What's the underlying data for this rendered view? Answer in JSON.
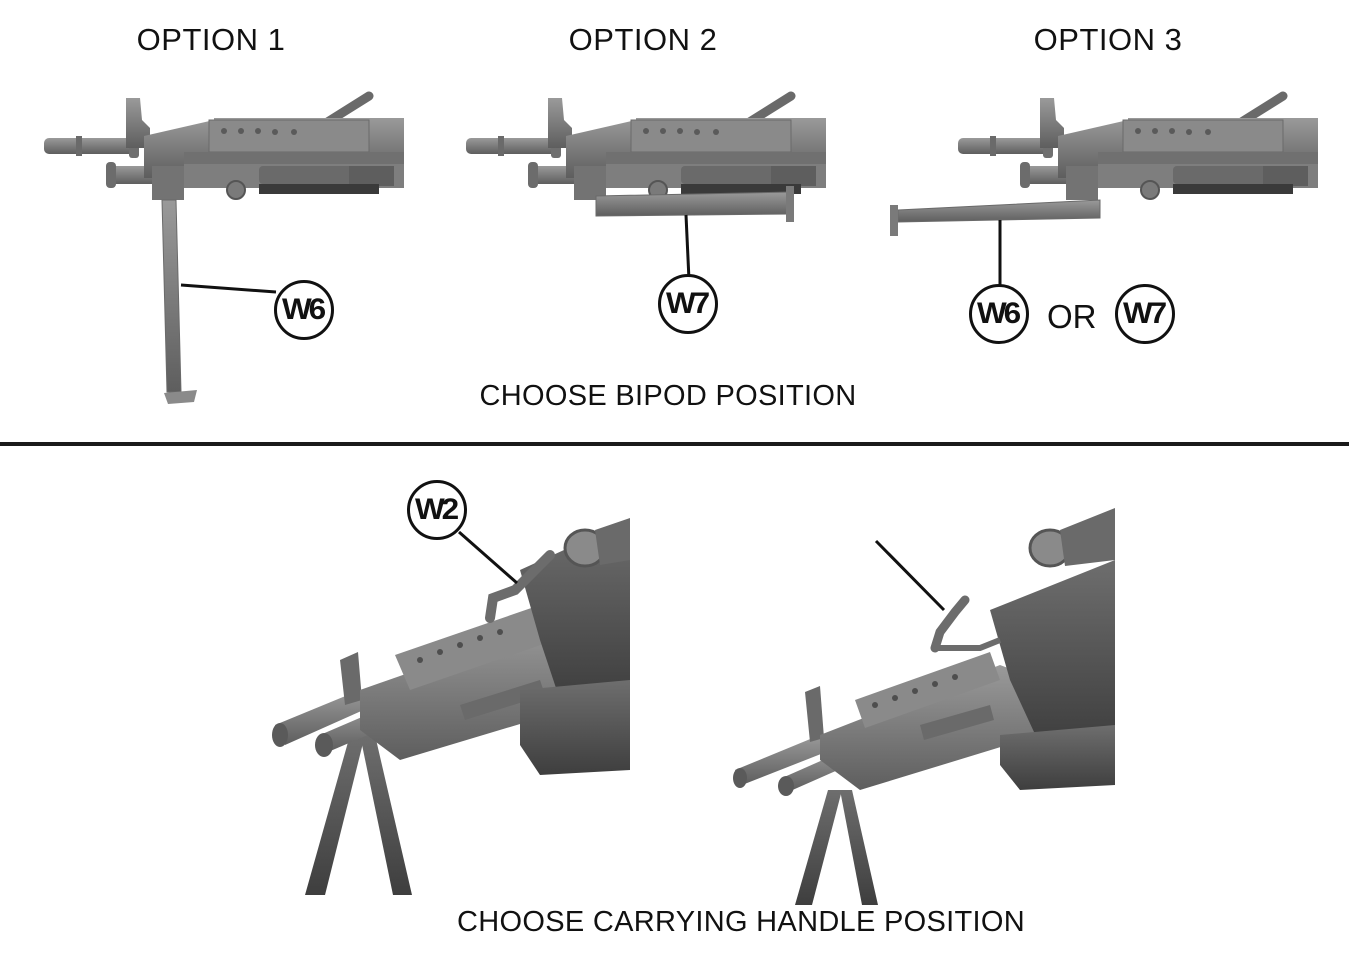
{
  "top_section": {
    "options": [
      {
        "title": "OPTION 1",
        "callouts": [
          "W6"
        ]
      },
      {
        "title": "OPTION 2",
        "callouts": [
          "W7"
        ]
      },
      {
        "title": "OPTION 3",
        "callouts": [
          "W6",
          "W7"
        ],
        "joiner": "OR"
      }
    ],
    "caption": "CHOOSE BIPOD POSITION"
  },
  "bottom_section": {
    "callouts": [
      "W2"
    ],
    "caption": "CHOOSE CARRYING HANDLE POSITION"
  },
  "colors": {
    "ink": "#111111",
    "model_gray": "#7a7a7a",
    "model_dark": "#4a4a4a",
    "background": "#ffffff"
  }
}
